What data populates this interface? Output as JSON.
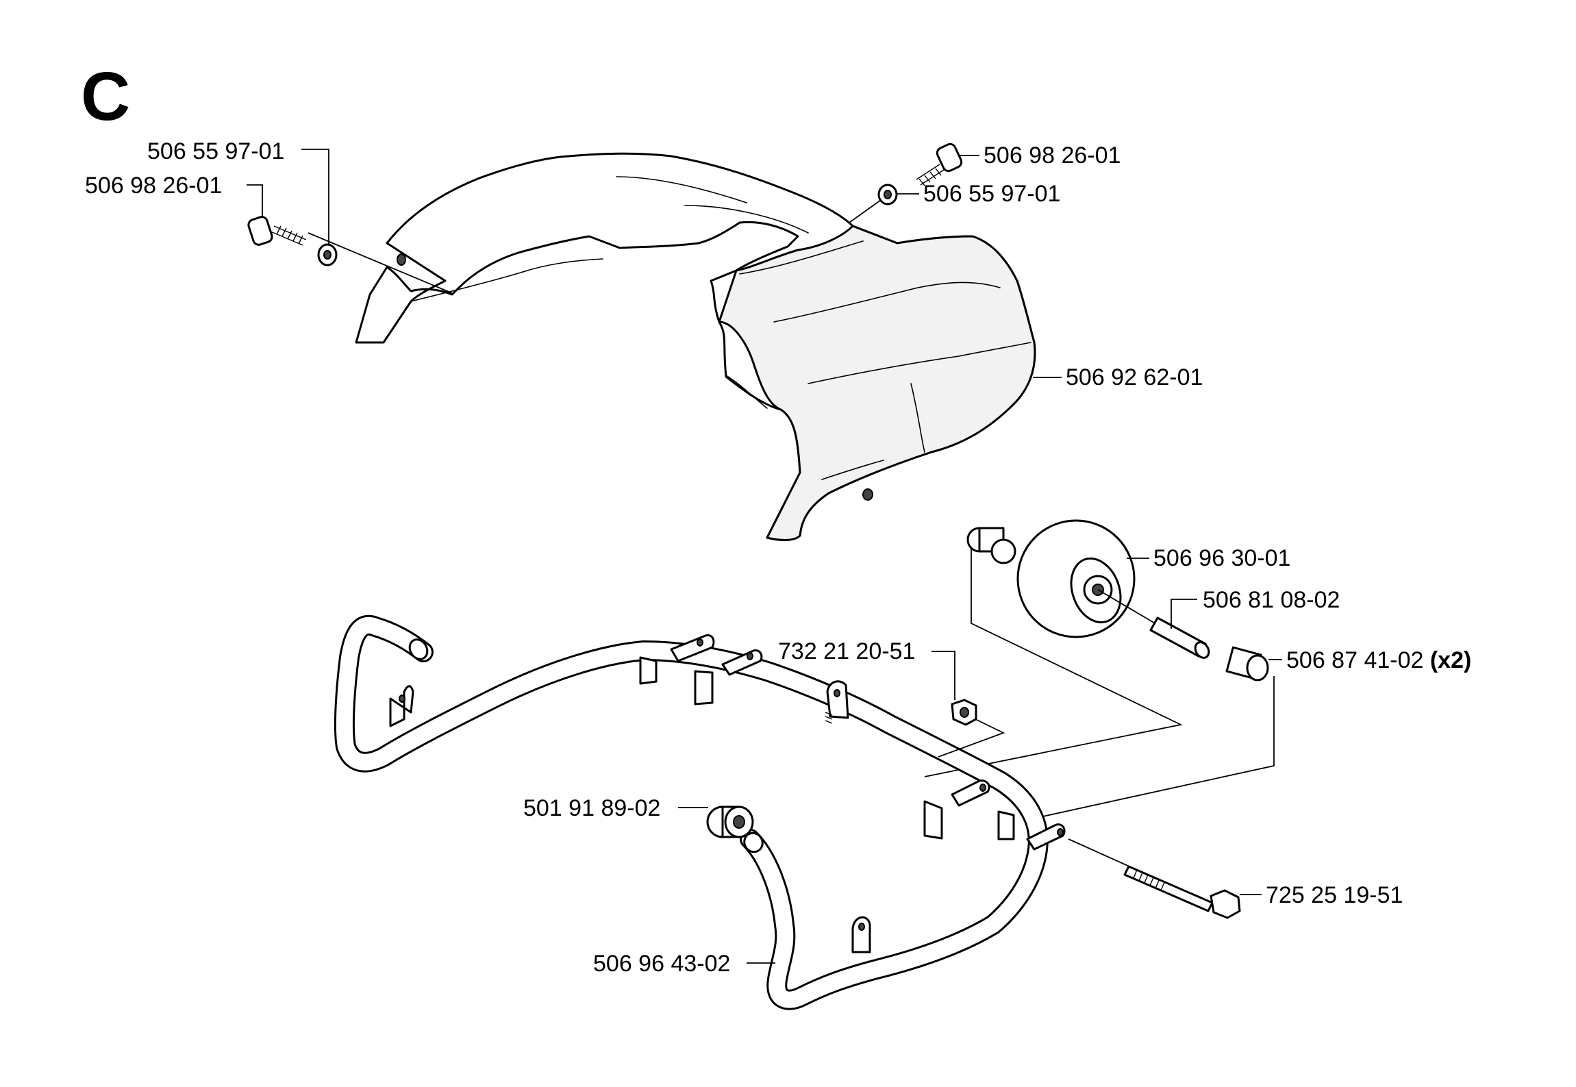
{
  "section_letter": "C",
  "parts": {
    "screw_left": "506 98 26-01",
    "washer_left": "506 55 97-01",
    "screw_right": "506 98 26-01",
    "washer_right": "506 55 97-01",
    "cover": "506 92 62-01",
    "wheel": "506 96 30-01",
    "axle": "506 81 08-02",
    "bushing": "506 87 41-02",
    "bushing_qty": "(x2)",
    "nut": "732 21 20-51",
    "spacer": "501 91 89-02",
    "bolt": "725 25 19-51",
    "frame": "506 96 43-02"
  },
  "colors": {
    "ink": "#000000",
    "paper": "#ffffff"
  }
}
